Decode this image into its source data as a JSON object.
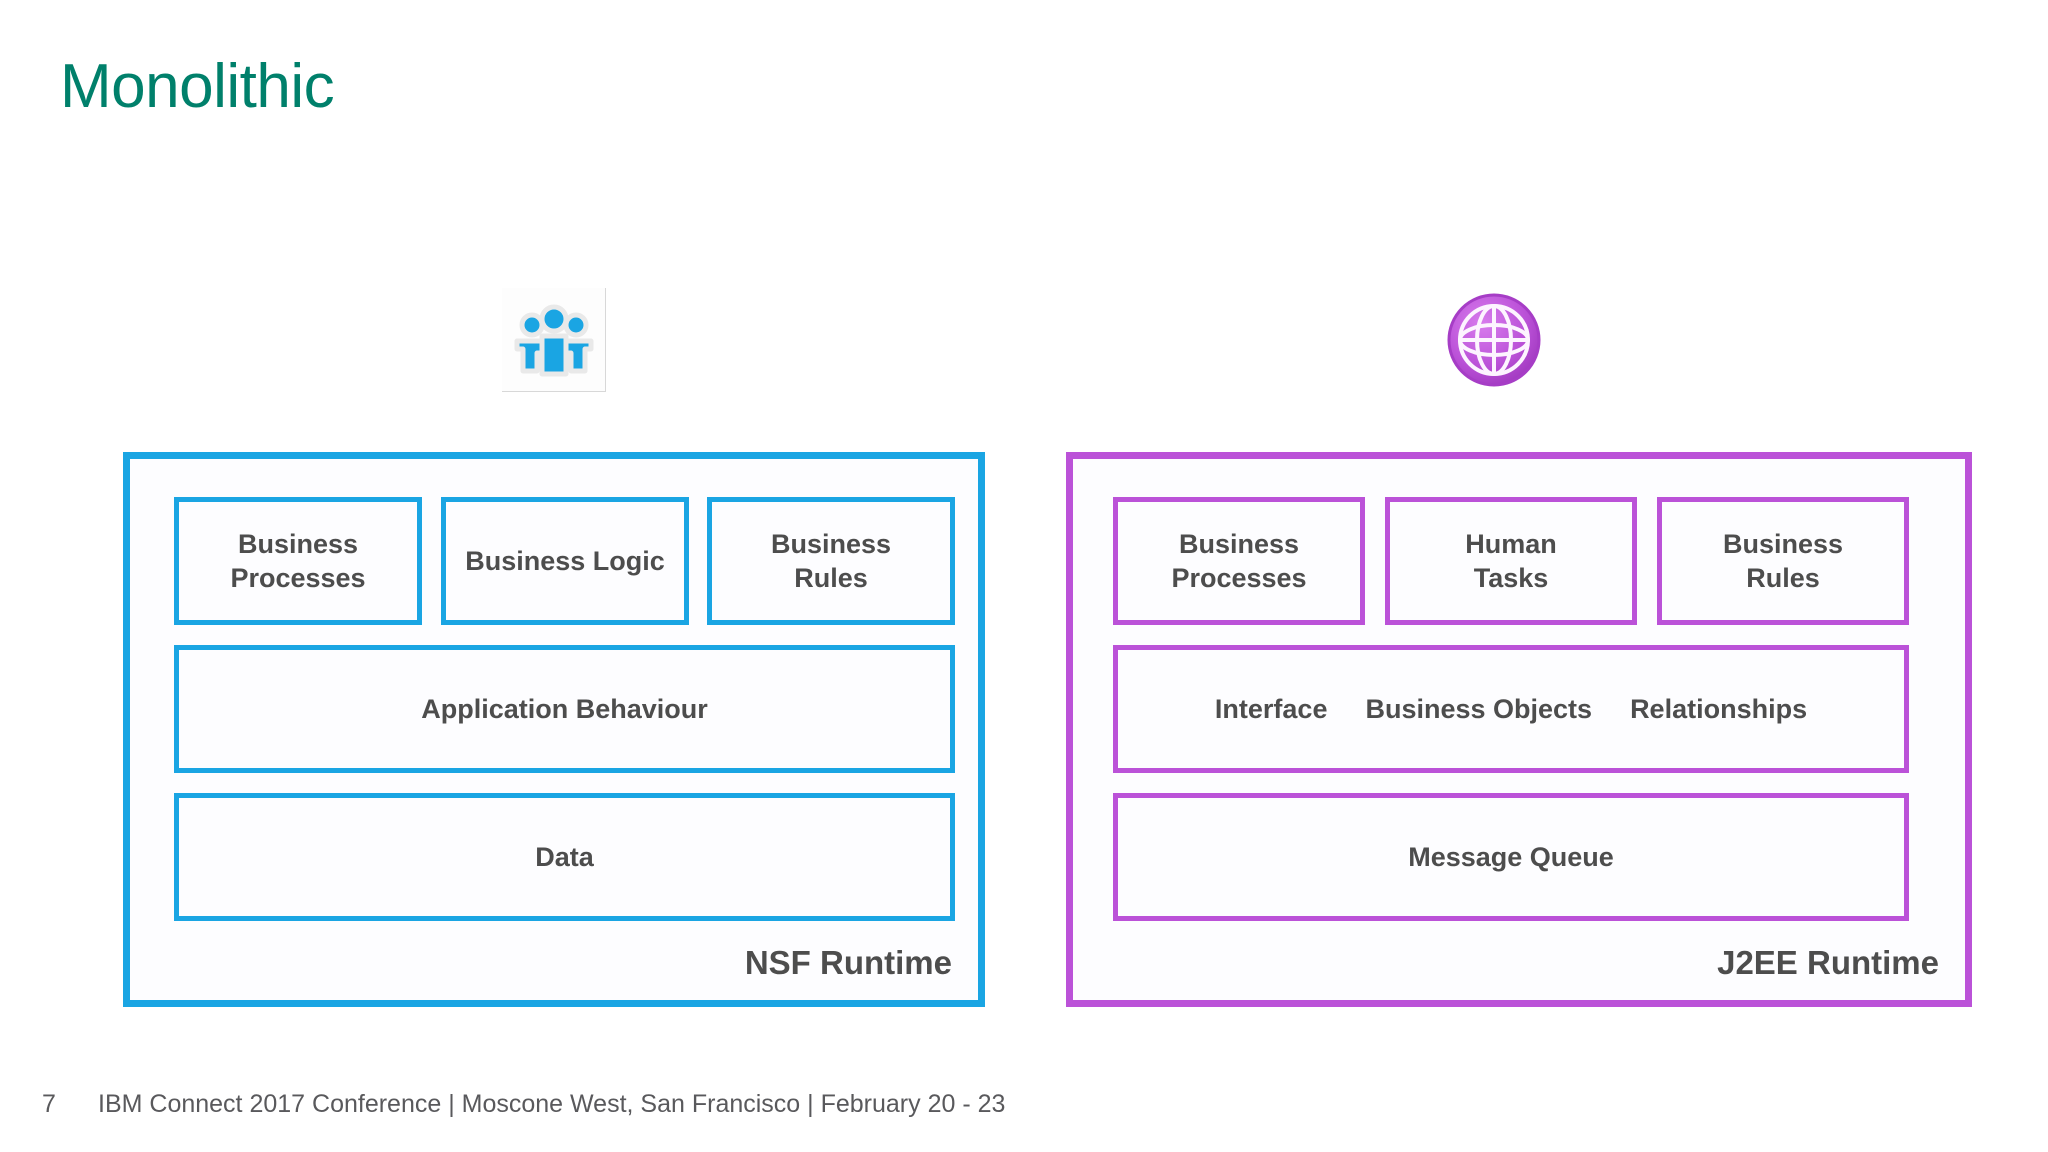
{
  "slide": {
    "title": "Monolithic",
    "title_color": "#00806b",
    "background": "#ffffff"
  },
  "icons": [
    {
      "name": "people-icon",
      "semantic": "three-people-blue-icon",
      "color": "#1aa5e3"
    },
    {
      "name": "globe-icon",
      "semantic": "purple-globe-icon",
      "color": "#bb52d8"
    }
  ],
  "panels": [
    {
      "id": "nsf",
      "accent": "#1aa5e3",
      "icon": "people-icon",
      "runtime_label": "NSF Runtime",
      "rows": [
        {
          "type": "boxes",
          "boxes": [
            {
              "label": "Business\nProcesses"
            },
            {
              "label": "Business Logic"
            },
            {
              "label": "Business\nRules"
            }
          ]
        },
        {
          "type": "wide",
          "label": "Application Behaviour"
        },
        {
          "type": "wide",
          "label": "Data"
        }
      ]
    },
    {
      "id": "j2ee",
      "accent": "#bb52d8",
      "icon": "globe-icon",
      "runtime_label": "J2EE Runtime",
      "rows": [
        {
          "type": "boxes",
          "boxes": [
            {
              "label": "Business\nProcesses"
            },
            {
              "label": "Human\nTasks"
            },
            {
              "label": "Business\nRules"
            }
          ]
        },
        {
          "type": "words",
          "words": [
            "Interface",
            "Business Objects",
            "Relationships"
          ]
        },
        {
          "type": "wide",
          "label": "Message Queue"
        }
      ]
    }
  ],
  "footer": {
    "page_number": "7",
    "text": "IBM Connect 2017 Conference | Moscone West, San Francisco | February 20 - 23"
  }
}
